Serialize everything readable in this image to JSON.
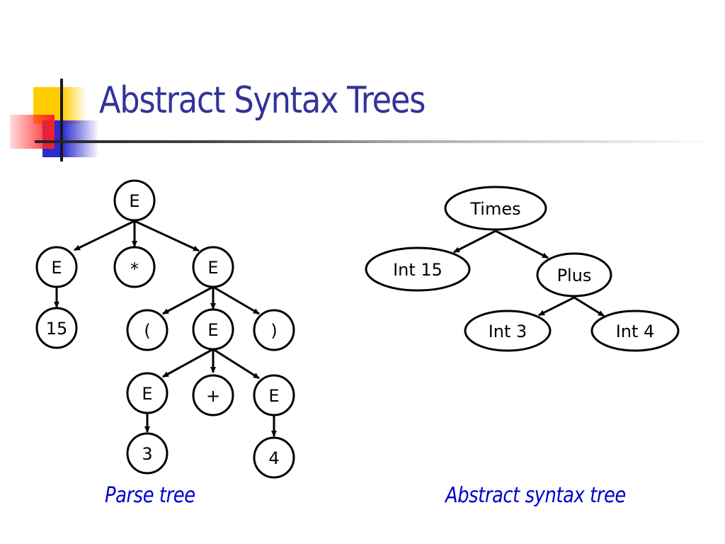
{
  "slide": {
    "title": "Abstract Syntax Trees"
  },
  "parse_tree": {
    "caption": "Parse tree",
    "nodes": {
      "root": "E",
      "left_e": "E",
      "times": "*",
      "right_e": "E",
      "num15": "15",
      "lparen": "(",
      "inner_e": "E",
      "rparen": ")",
      "e3": "E",
      "plus": "+",
      "e4": "E",
      "num3": "3",
      "num4": "4"
    }
  },
  "ast": {
    "caption": "Abstract syntax tree",
    "nodes": {
      "times": "Times",
      "int15": "Int 15",
      "plus": "Plus",
      "int3": "Int 3",
      "int4": "Int 4"
    }
  },
  "colors": {
    "title": "#333399",
    "caption": "#0000cc",
    "yellow": "#ffcc00",
    "red": "#ff1e1e",
    "blue": "#2b2bd0"
  }
}
